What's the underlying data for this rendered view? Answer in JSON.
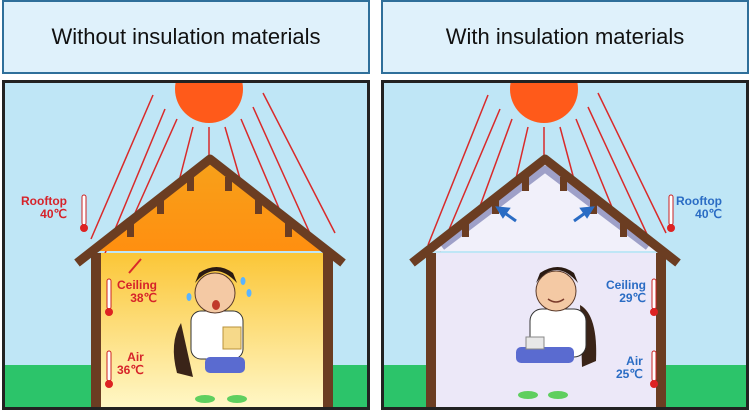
{
  "panels": [
    {
      "title": "Without insulation materials",
      "labels": {
        "rooftop": {
          "name": "Rooftop",
          "temp": "40℃"
        },
        "ceiling": {
          "name": "Ceiling",
          "temp": "38℃"
        },
        "air": {
          "name": "Air",
          "temp": "36℃"
        }
      },
      "label_color": "#d6232a",
      "interior_top_color": "#f7a11a",
      "interior_bottom_color": "#fff7c0"
    },
    {
      "title": "With insulation materials",
      "labels": {
        "rooftop": {
          "name": "Rooftop",
          "temp": "40℃"
        },
        "ceiling": {
          "name": "Ceiling",
          "temp": "29℃"
        },
        "air": {
          "name": "Air",
          "temp": "25℃"
        }
      },
      "label_color": "#2a6cc4",
      "interior_top_color": "#e6e4f5",
      "interior_bottom_color": "#ece8f8"
    }
  ],
  "colors": {
    "sky": "#bfe6f6",
    "grass": "#2cc46a",
    "sun": "#ff5a1a",
    "rays": "#d92a2a",
    "roof": "#6b3d22",
    "title_bg": "#dff1fb"
  }
}
